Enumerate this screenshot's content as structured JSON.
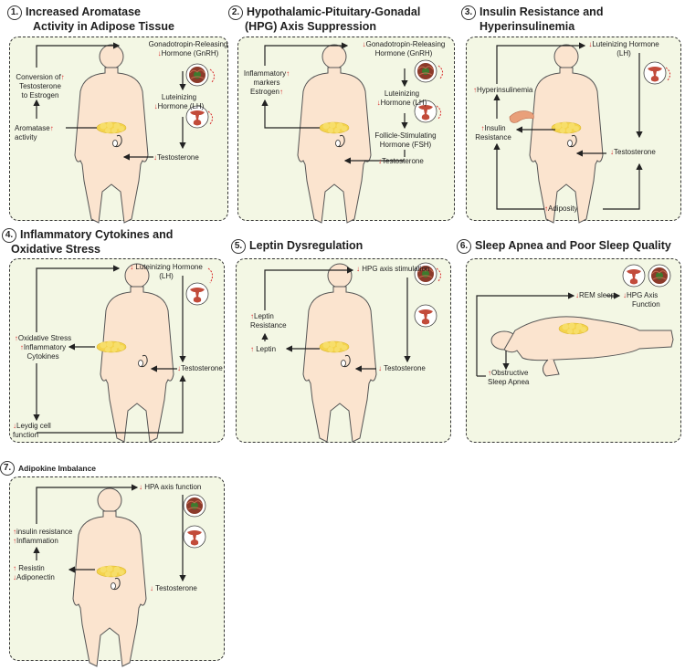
{
  "colors": {
    "panel_bg": "#f3f7e4",
    "body_fill": "#fbe4cf",
    "body_stroke": "#555555",
    "fat": "#f4d34c",
    "arrow_red": "#d92c2c",
    "brain": "#8b3a2a",
    "gland": "#c24b3a"
  },
  "icons": [
    "human-body-icon",
    "brain-icon",
    "pituitary-gland-icon",
    "testis-icon",
    "pancreas-icon",
    "fat-tissue-icon"
  ],
  "panels": [
    {
      "num": "1.",
      "title": [
        "Increased Aromatase",
        "Activity in Adipose Tissue"
      ],
      "labels": {
        "gnrh": [
          "Gonadotropin-Releasing",
          "Hormone (GnRH)"
        ],
        "lh": [
          "Luteinizing",
          "Hormone (LH)"
        ],
        "testosterone": "Testosterone",
        "conversion": [
          "Conversion of",
          "Testosterone",
          "to Estrogen"
        ],
        "aromatase": [
          "Aromatase",
          "activity"
        ]
      }
    },
    {
      "num": "2.",
      "title": [
        "Hypothalamic-Pituitary-Gonadal",
        "(HPG) Axis Suppression"
      ],
      "labels": {
        "inflammatory": [
          "Inflammatory",
          "markers",
          "Estrogen"
        ],
        "gnrh": [
          "Gonadotropin-Releasing",
          "Hormone (GnRH)"
        ],
        "lh": [
          "Luteinizing",
          "Hormone (LH)"
        ],
        "fsh": [
          "Follicle-Stimulating",
          "Hormone (FSH)"
        ],
        "testosterone": "Testosterone"
      }
    },
    {
      "num": "3.",
      "title": [
        "Insulin Resistance and",
        "Hyperinsulinemia"
      ],
      "labels": {
        "lh": [
          "Luteinizing Hormone",
          "(LH)"
        ],
        "hyperinsulinemia": "Hyperinsulinemia",
        "insulin": [
          "Insulin",
          "Resistance"
        ],
        "testosterone": "Testosterone",
        "adiposity": "Adiposity"
      }
    },
    {
      "num": "4.",
      "title": [
        "Inflammatory Cytokines and",
        "Oxidative Stress"
      ],
      "labels": {
        "lh": [
          "Luteinizing Hormone",
          "(LH)"
        ],
        "oxidative": [
          "Oxidative Stress",
          "Inflammatory",
          "Cytokines"
        ],
        "testosterone": "Testosterone",
        "leydig": [
          "Leydig cell",
          "function"
        ]
      }
    },
    {
      "num": "5.",
      "title": [
        "Leptin Dysregulation"
      ],
      "labels": {
        "hpg": "HPG axis stimulation",
        "leptin_res": [
          "Leptin",
          "Resistance"
        ],
        "leptin": "Leptin",
        "testosterone": "Testosterone"
      }
    },
    {
      "num": "6.",
      "title": [
        "Sleep Apnea and Poor Sleep Quality"
      ],
      "labels": {
        "rem": "REM sleep",
        "hpg": [
          "HPG Axis",
          "Function"
        ],
        "osa": [
          "Obstructive",
          "Sleep Apnea"
        ]
      }
    },
    {
      "num": "7.",
      "title": [
        "Adipokine Imbalance"
      ],
      "labels": {
        "hpa": "HPA axis function",
        "insulin": [
          "insulin resistance",
          "Inflammation"
        ],
        "resistin": [
          "Resistin",
          "Adiponectin"
        ],
        "testosterone": "Testosterone"
      }
    }
  ],
  "symbols": {
    "up": "↑",
    "down": "↓"
  }
}
